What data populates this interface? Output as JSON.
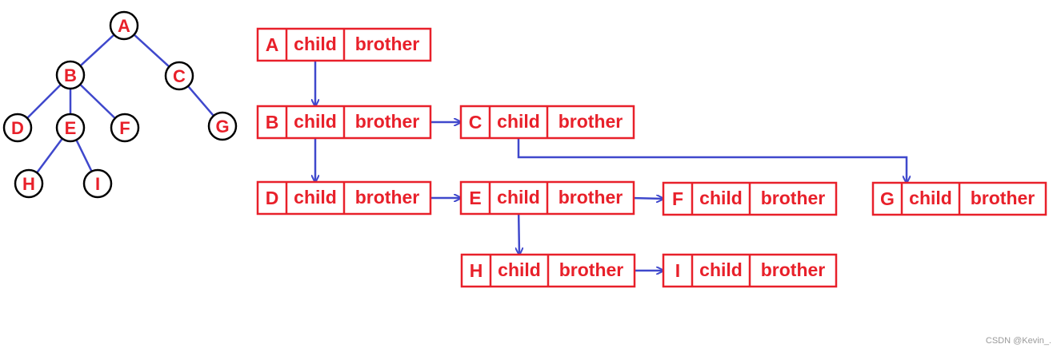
{
  "colors": {
    "red": "#e8202a",
    "blue": "#3f48cc",
    "black": "#000000"
  },
  "tree": {
    "nodes": [
      {
        "id": "A",
        "label": "A"
      },
      {
        "id": "B",
        "label": "B"
      },
      {
        "id": "C",
        "label": "C"
      },
      {
        "id": "D",
        "label": "D"
      },
      {
        "id": "E",
        "label": "E"
      },
      {
        "id": "F",
        "label": "F"
      },
      {
        "id": "G",
        "label": "G"
      },
      {
        "id": "H",
        "label": "H"
      },
      {
        "id": "I",
        "label": "I"
      }
    ],
    "edges": [
      [
        "A",
        "B"
      ],
      [
        "A",
        "C"
      ],
      [
        "B",
        "D"
      ],
      [
        "B",
        "E"
      ],
      [
        "B",
        "F"
      ],
      [
        "C",
        "G"
      ],
      [
        "E",
        "H"
      ],
      [
        "E",
        "I"
      ]
    ]
  },
  "list": {
    "child_label": "child",
    "brother_label": "brother",
    "records": [
      {
        "id": "A",
        "label": "A"
      },
      {
        "id": "B",
        "label": "B"
      },
      {
        "id": "C",
        "label": "C"
      },
      {
        "id": "D",
        "label": "D"
      },
      {
        "id": "E",
        "label": "E"
      },
      {
        "id": "F",
        "label": "F"
      },
      {
        "id": "G",
        "label": "G"
      },
      {
        "id": "H",
        "label": "H"
      },
      {
        "id": "I",
        "label": "I"
      }
    ],
    "child_links": [
      [
        "A",
        "B"
      ],
      [
        "B",
        "D"
      ],
      [
        "C",
        "G"
      ],
      [
        "E",
        "H"
      ]
    ],
    "brother_links": [
      [
        "B",
        "C"
      ],
      [
        "D",
        "E"
      ],
      [
        "E",
        "F"
      ],
      [
        "H",
        "I"
      ]
    ]
  },
  "watermark": "CSDN @Kevin_."
}
